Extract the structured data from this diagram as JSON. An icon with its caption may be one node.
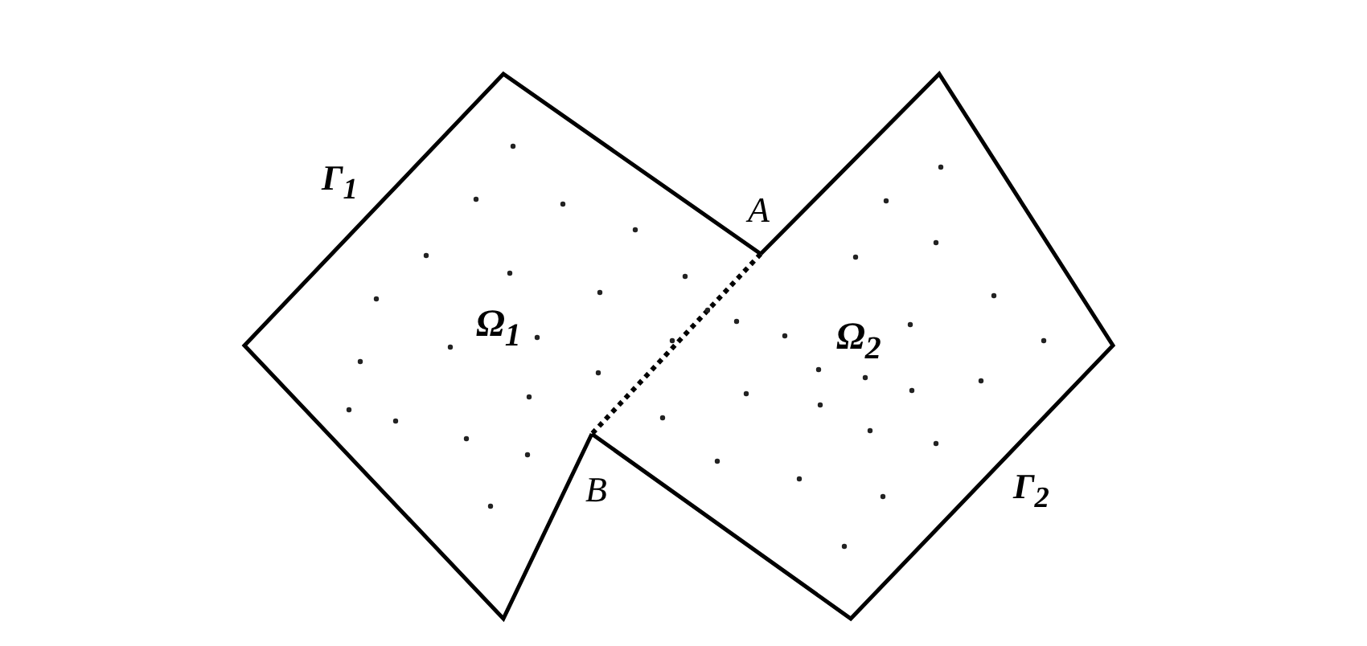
{
  "diagram": {
    "nodes": [
      {
        "text": [
          "Ω$_{1}$"
        ]
      },
      {
        "text": [
          "Ω$_{2}$"
        ]
      }
    ],
    "labels": [
      "Γ$_{1}$",
      "A",
      "B",
      "Γ$_{2}$"
    ]
  }
}
